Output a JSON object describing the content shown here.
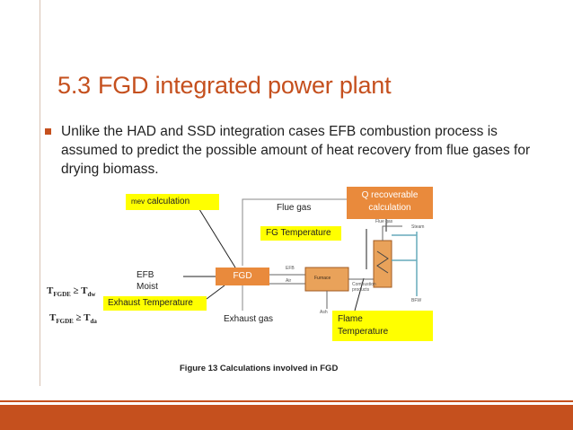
{
  "slide": {
    "title_number": "5.3",
    "title_text": "FGD integrated power plant",
    "bullet": "Unlike the HAD and SSD integration cases EFB combustion process is assumed to predict the possible amount of heat recovery from flue gases for drying biomass."
  },
  "diagram": {
    "mev_sub": "mev",
    "mev_calc": " calculation",
    "q_recoverable": "Q recoverable calculation",
    "flue_gas": "Flue gas",
    "fg_temperature": "FG Temperature",
    "efb": "EFB",
    "moist": "Moist",
    "fgd": "FGD",
    "exhaust_temperature": "Exhaust Temperature",
    "exhaust_gas": "Exhaust gas",
    "flame_temperature": "Flame Temperature",
    "cond1_t": "T",
    "cond1_sub1": "FGDE",
    "cond1_op": " ≥ T",
    "cond1_sub2": "dw",
    "cond2_t": "T",
    "cond2_sub1": "FGDE",
    "cond2_op": " ≥ T",
    "cond2_sub2": "da",
    "furnace_labels": {
      "efb": "EFB",
      "air": "Air",
      "furnace": "Furnace",
      "ash": "Ash",
      "combustion_products": "Combustion products",
      "flue_gas": "Flue gas",
      "steam": "Steam",
      "bfw": "BFW"
    }
  },
  "caption": "Figure 13 Calculations involved in FGD",
  "colors": {
    "accent": "#c5501e",
    "highlight": "#ffff00",
    "process_box": "#e98a3c"
  }
}
